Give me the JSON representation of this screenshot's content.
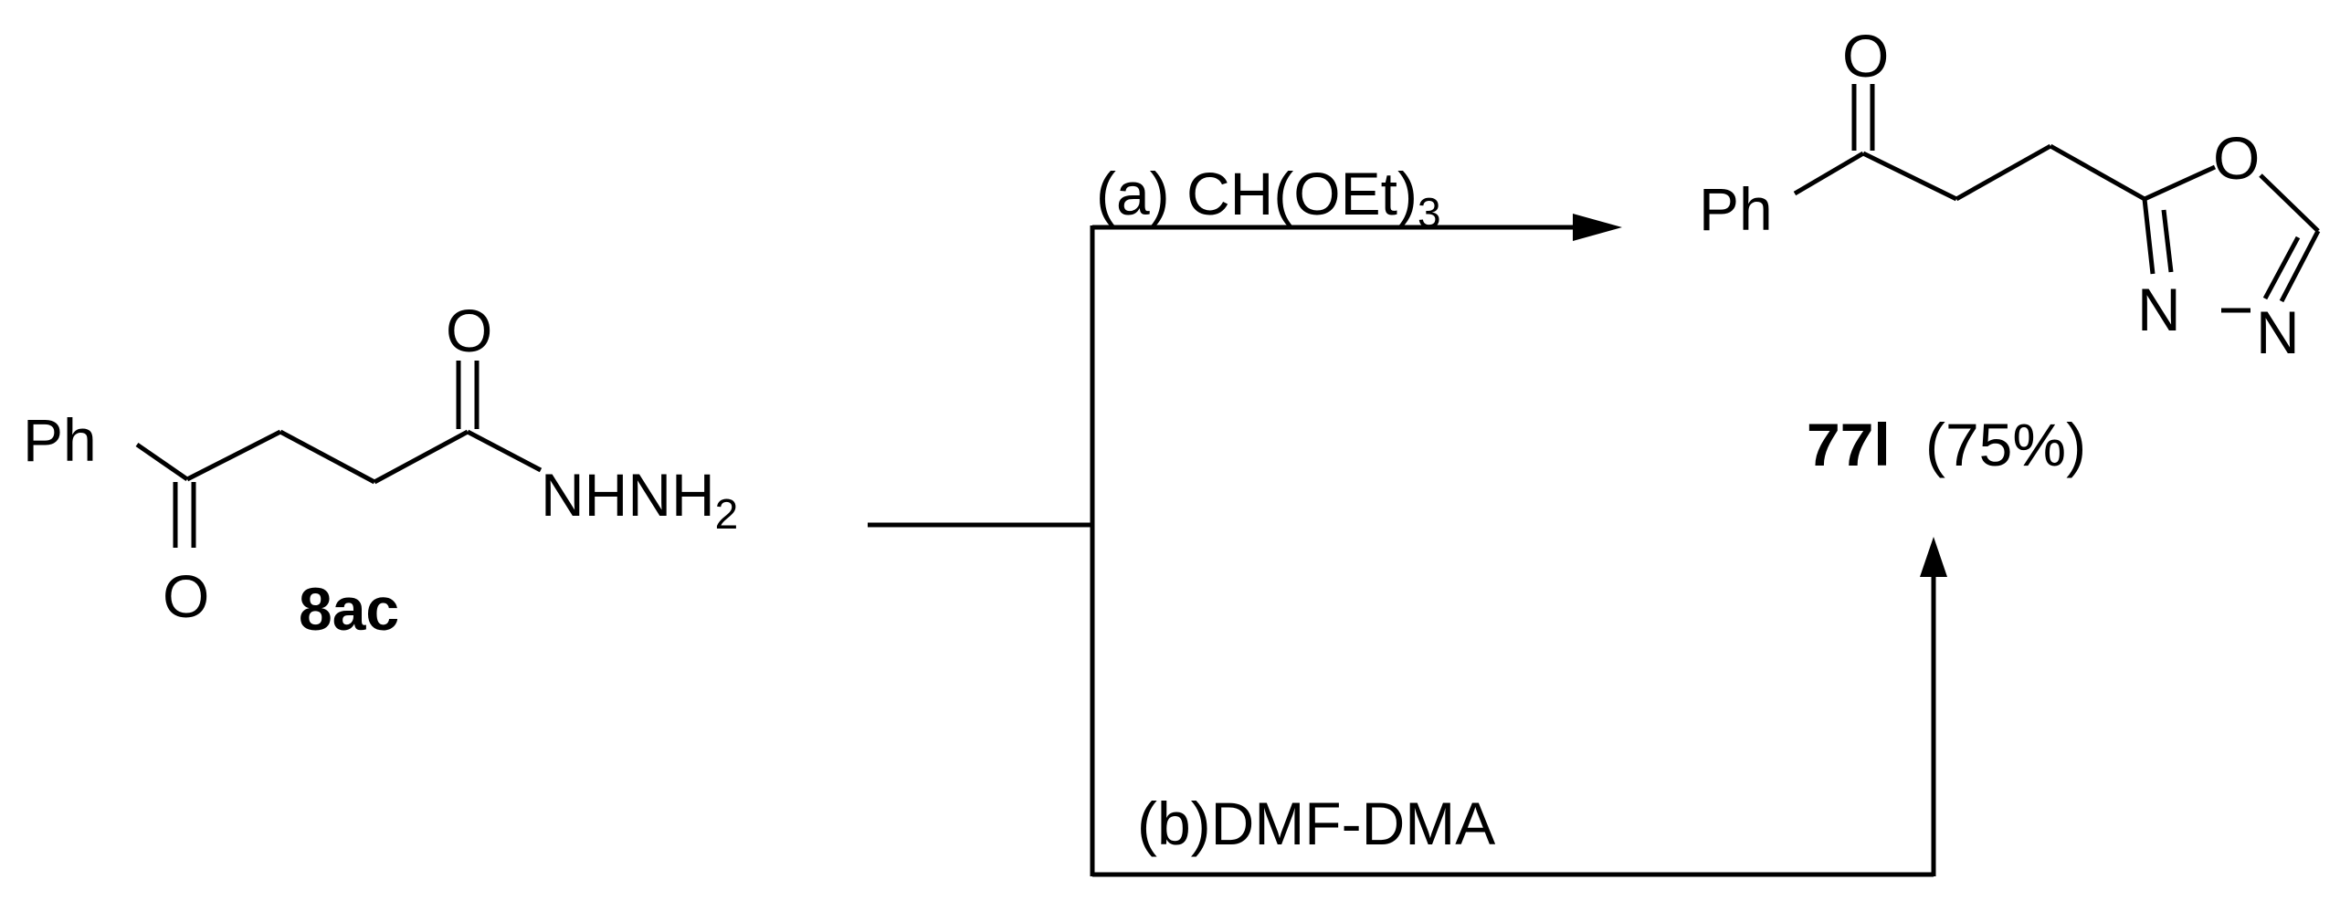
{
  "reactant": {
    "atoms": {
      "ph": "Ph",
      "o_ketone": "O",
      "o_amide": "O",
      "nhnh": "NHNH",
      "h2_sub": "2"
    },
    "label": "8ac"
  },
  "conditions": {
    "a": {
      "prefix": "(a) CH(OEt)",
      "subscript": "3"
    },
    "b": "(b)DMF-DMA"
  },
  "product": {
    "atoms": {
      "ph": "Ph",
      "o_ketone": "O",
      "o_ring": "O",
      "n3": "N",
      "n4": "N"
    },
    "label": "77l",
    "yield": "(75%)"
  }
}
